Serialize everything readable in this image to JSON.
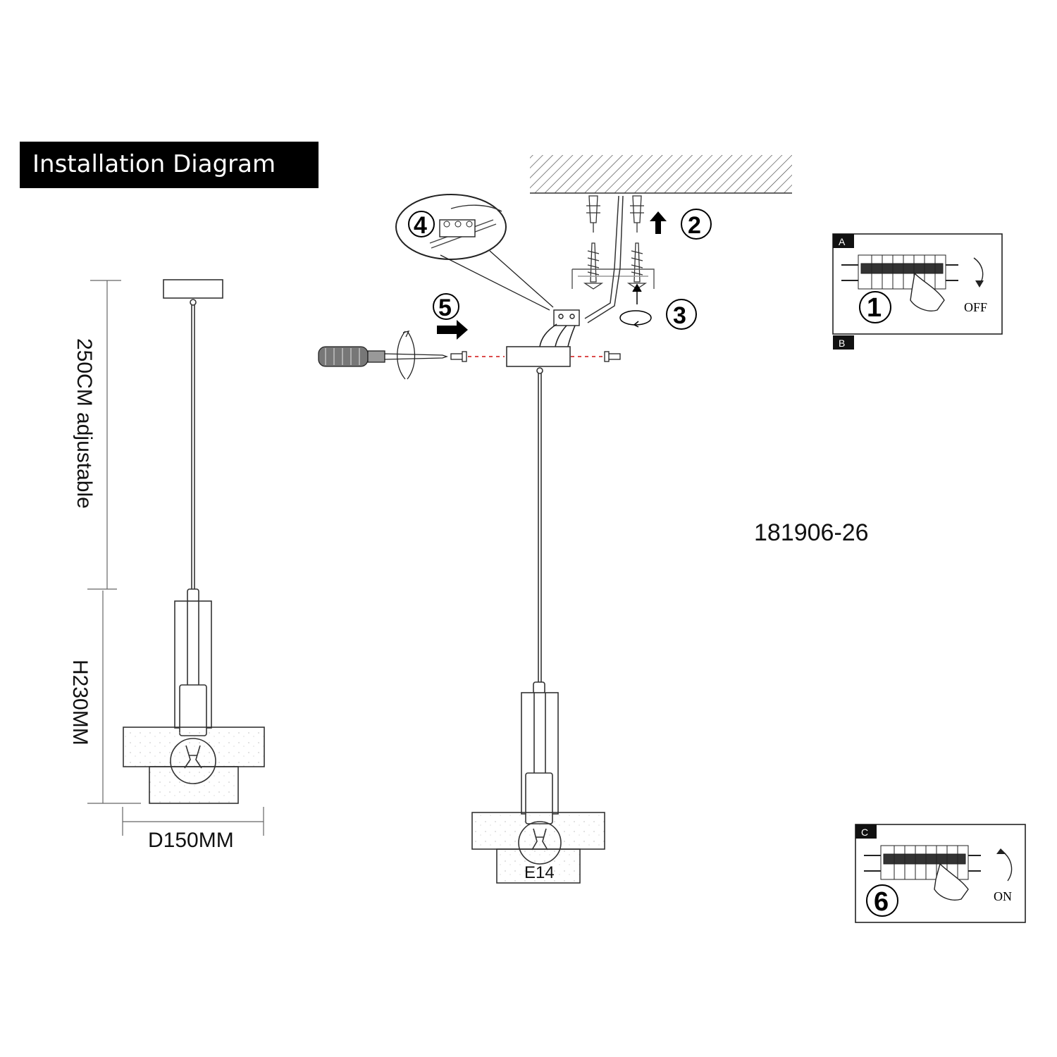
{
  "title": "Installation Diagram",
  "dimensions": {
    "cable_length": "250CM adjustable",
    "height": "H230MM",
    "diameter": "D150MM"
  },
  "bulb_label": "E14",
  "model_number": "181906-26",
  "steps": [
    "1",
    "2",
    "3",
    "4",
    "5",
    "6"
  ],
  "breaker_panels": {
    "off_panel": {
      "top_letter": "A",
      "bottom_letter": "B",
      "step": "1",
      "label": "OFF"
    },
    "on_panel": {
      "top_letter": "C",
      "step": "6",
      "label": "ON"
    }
  },
  "colors": {
    "line": "#333333",
    "dashed": "#d01010",
    "title_bg": "#000000"
  }
}
